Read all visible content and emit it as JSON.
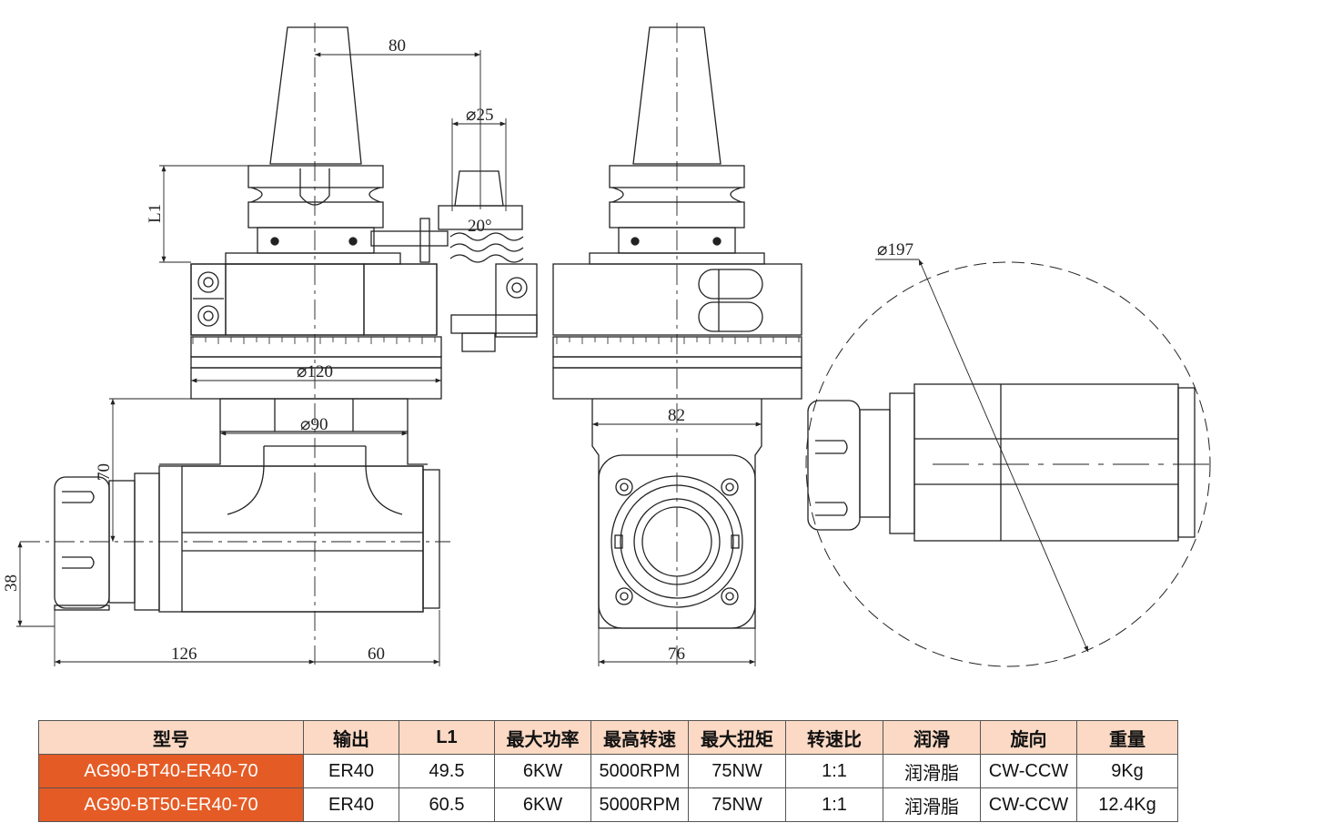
{
  "drawing": {
    "dimensions": {
      "d80": "80",
      "d25": "⌀25",
      "L1": "L1",
      "a20": "20°",
      "d120": "⌀120",
      "d90": "⌀90",
      "d70": "70",
      "d38": "38",
      "d126": "126",
      "d60": "60",
      "d82": "82",
      "d76": "76",
      "d197": "⌀197"
    }
  },
  "table": {
    "headers": [
      "型号",
      "输出",
      "L1",
      "最大功率",
      "最高转速",
      "最大扭矩",
      "转速比",
      "润滑",
      "旋向",
      "重量"
    ],
    "rows": [
      [
        "AG90-BT40-ER40-70",
        "ER40",
        "49.5",
        "6KW",
        "5000RPM",
        "75NW",
        "1:1",
        "润滑脂",
        "CW-CCW",
        "9Kg"
      ],
      [
        "AG90-BT50-ER40-70",
        "ER40",
        "60.5",
        "6KW",
        "5000RPM",
        "75NW",
        "1:1",
        "润滑脂",
        "CW-CCW",
        "12.4Kg"
      ]
    ]
  },
  "colors": {
    "header_bg": "#fbd9c4",
    "model_bg": "#e55b25",
    "line": "#222222"
  }
}
